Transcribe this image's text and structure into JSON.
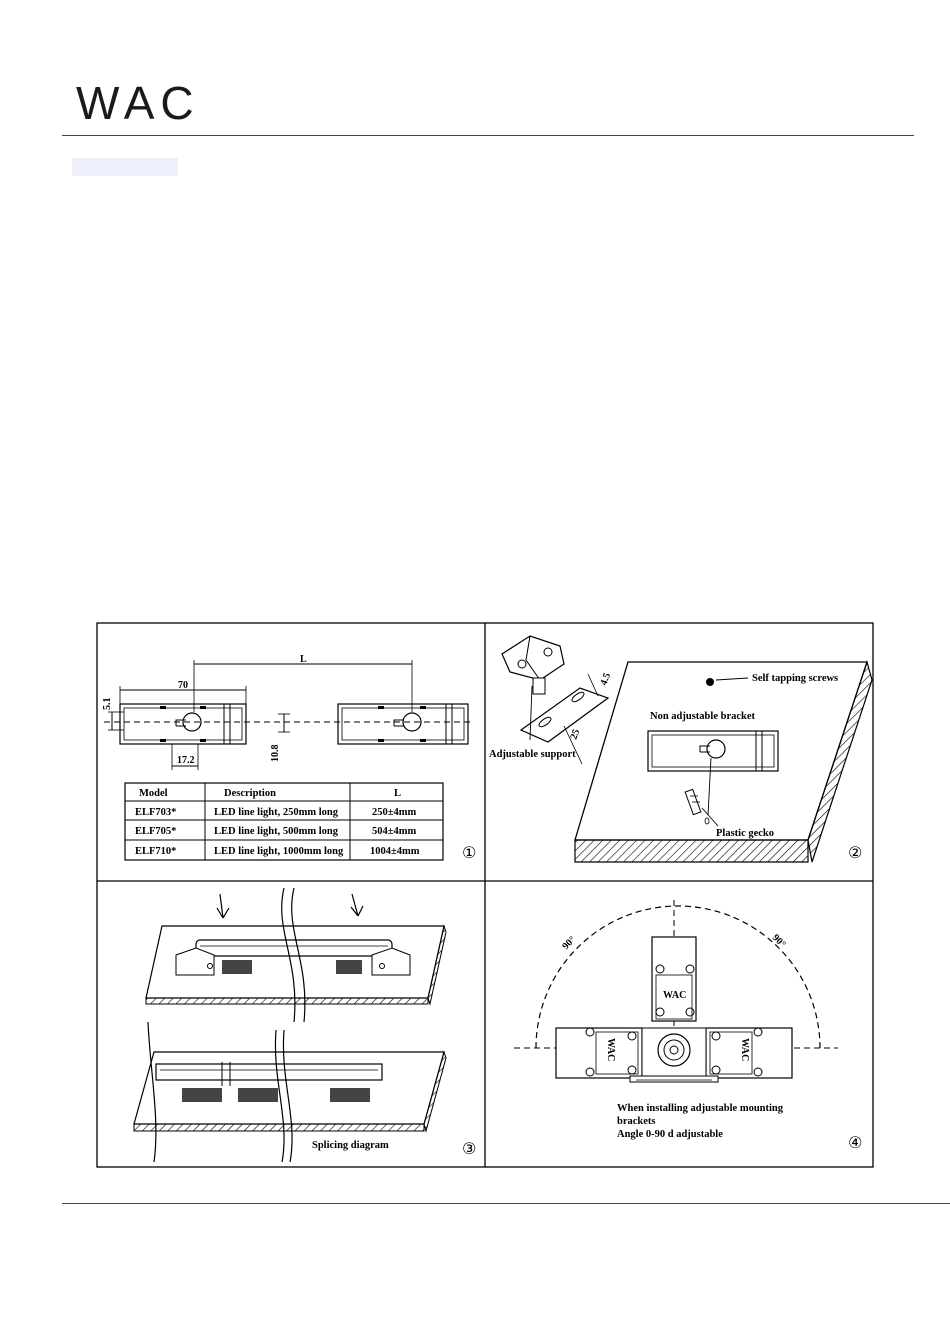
{
  "brand": {
    "logo_text": "WAC"
  },
  "panel1": {
    "dims": {
      "L": "L",
      "d70": "70",
      "d5_1": "5.1",
      "d17_2": "17.2",
      "d10_8": "10.8"
    },
    "table": {
      "headers": [
        "Model",
        "Description",
        "L"
      ],
      "rows": [
        [
          "ELF703*",
          "LED line light, 250mm long",
          "250±4mm"
        ],
        [
          "ELF705*",
          "LED line light, 500mm long",
          "504±4mm"
        ],
        [
          "ELF710*",
          "LED line light, 1000mm long",
          "1004±4mm"
        ]
      ]
    },
    "number": "①"
  },
  "panel2": {
    "labels": {
      "screws": "Self tapping screws",
      "bracket": "Non adjustable bracket",
      "support": "Adjustable support",
      "gecko": "Plastic gecko",
      "d4_5": "4.5",
      "d25": "25"
    },
    "number": "②"
  },
  "panel3": {
    "caption": "Splicing diagram",
    "number": "③"
  },
  "panel4": {
    "angle_left": "90°",
    "angle_right": "90°",
    "mark": "WAC",
    "caption_lines": [
      "When installing adjustable mounting",
      "brackets",
      "Angle 0-90 d adjustable"
    ],
    "number": "④"
  }
}
